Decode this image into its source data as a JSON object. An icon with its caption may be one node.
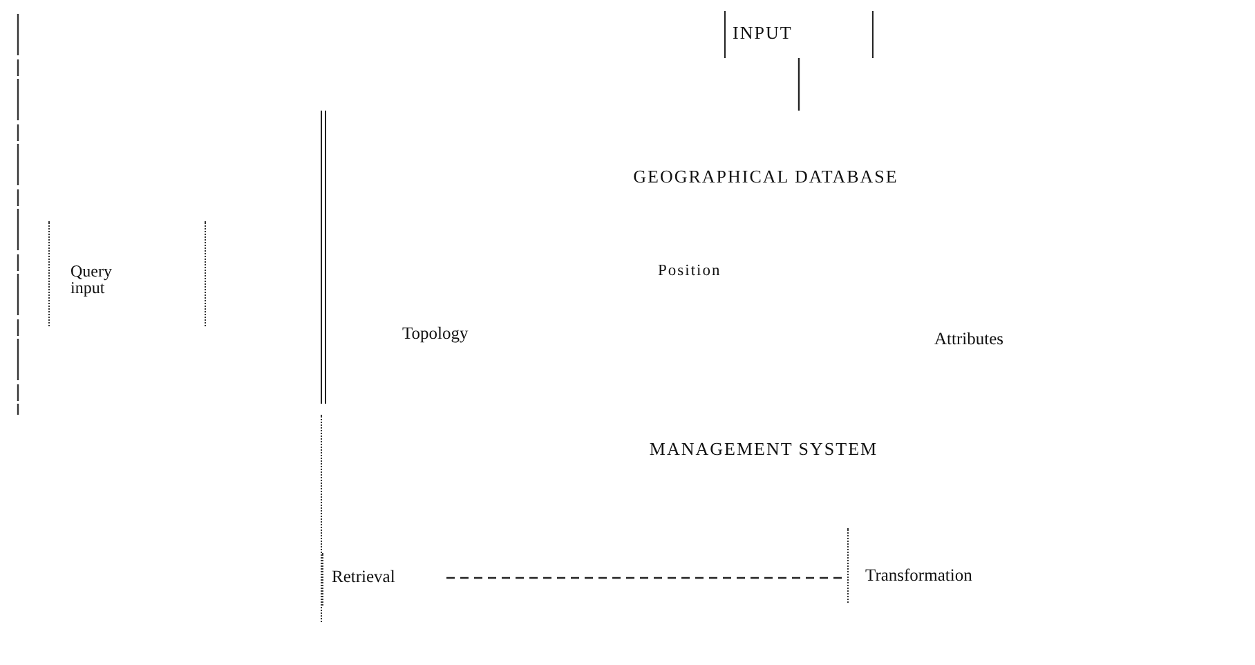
{
  "diagram": {
    "nodes": [
      {
        "text": [
          "INPUT"
        ]
      },
      {
        "text": [
          "Query input"
        ]
      },
      {
        "text": [
          "GEOGRAPHICAL DATABASE"
        ]
      },
      {
        "text": [
          "Position"
        ],
        "in": 2
      },
      {
        "text": [
          "Topology"
        ],
        "in": 2
      },
      {
        "text": [
          "Attributes"
        ],
        "in": 2
      },
      {
        "text": [
          "MANAGEMENT SYSTEM"
        ]
      },
      {
        "text": [
          "Retrieval"
        ],
        "in": 6
      },
      {
        "text": [
          "Transformation"
        ],
        "in": 6
      }
    ],
    "edges": [
      {
        "from": 0,
        "to": 2,
        "arrow": "none"
      },
      {
        "from": 7,
        "to": 8,
        "arrow": "none",
        "style": "dashed"
      }
    ]
  }
}
